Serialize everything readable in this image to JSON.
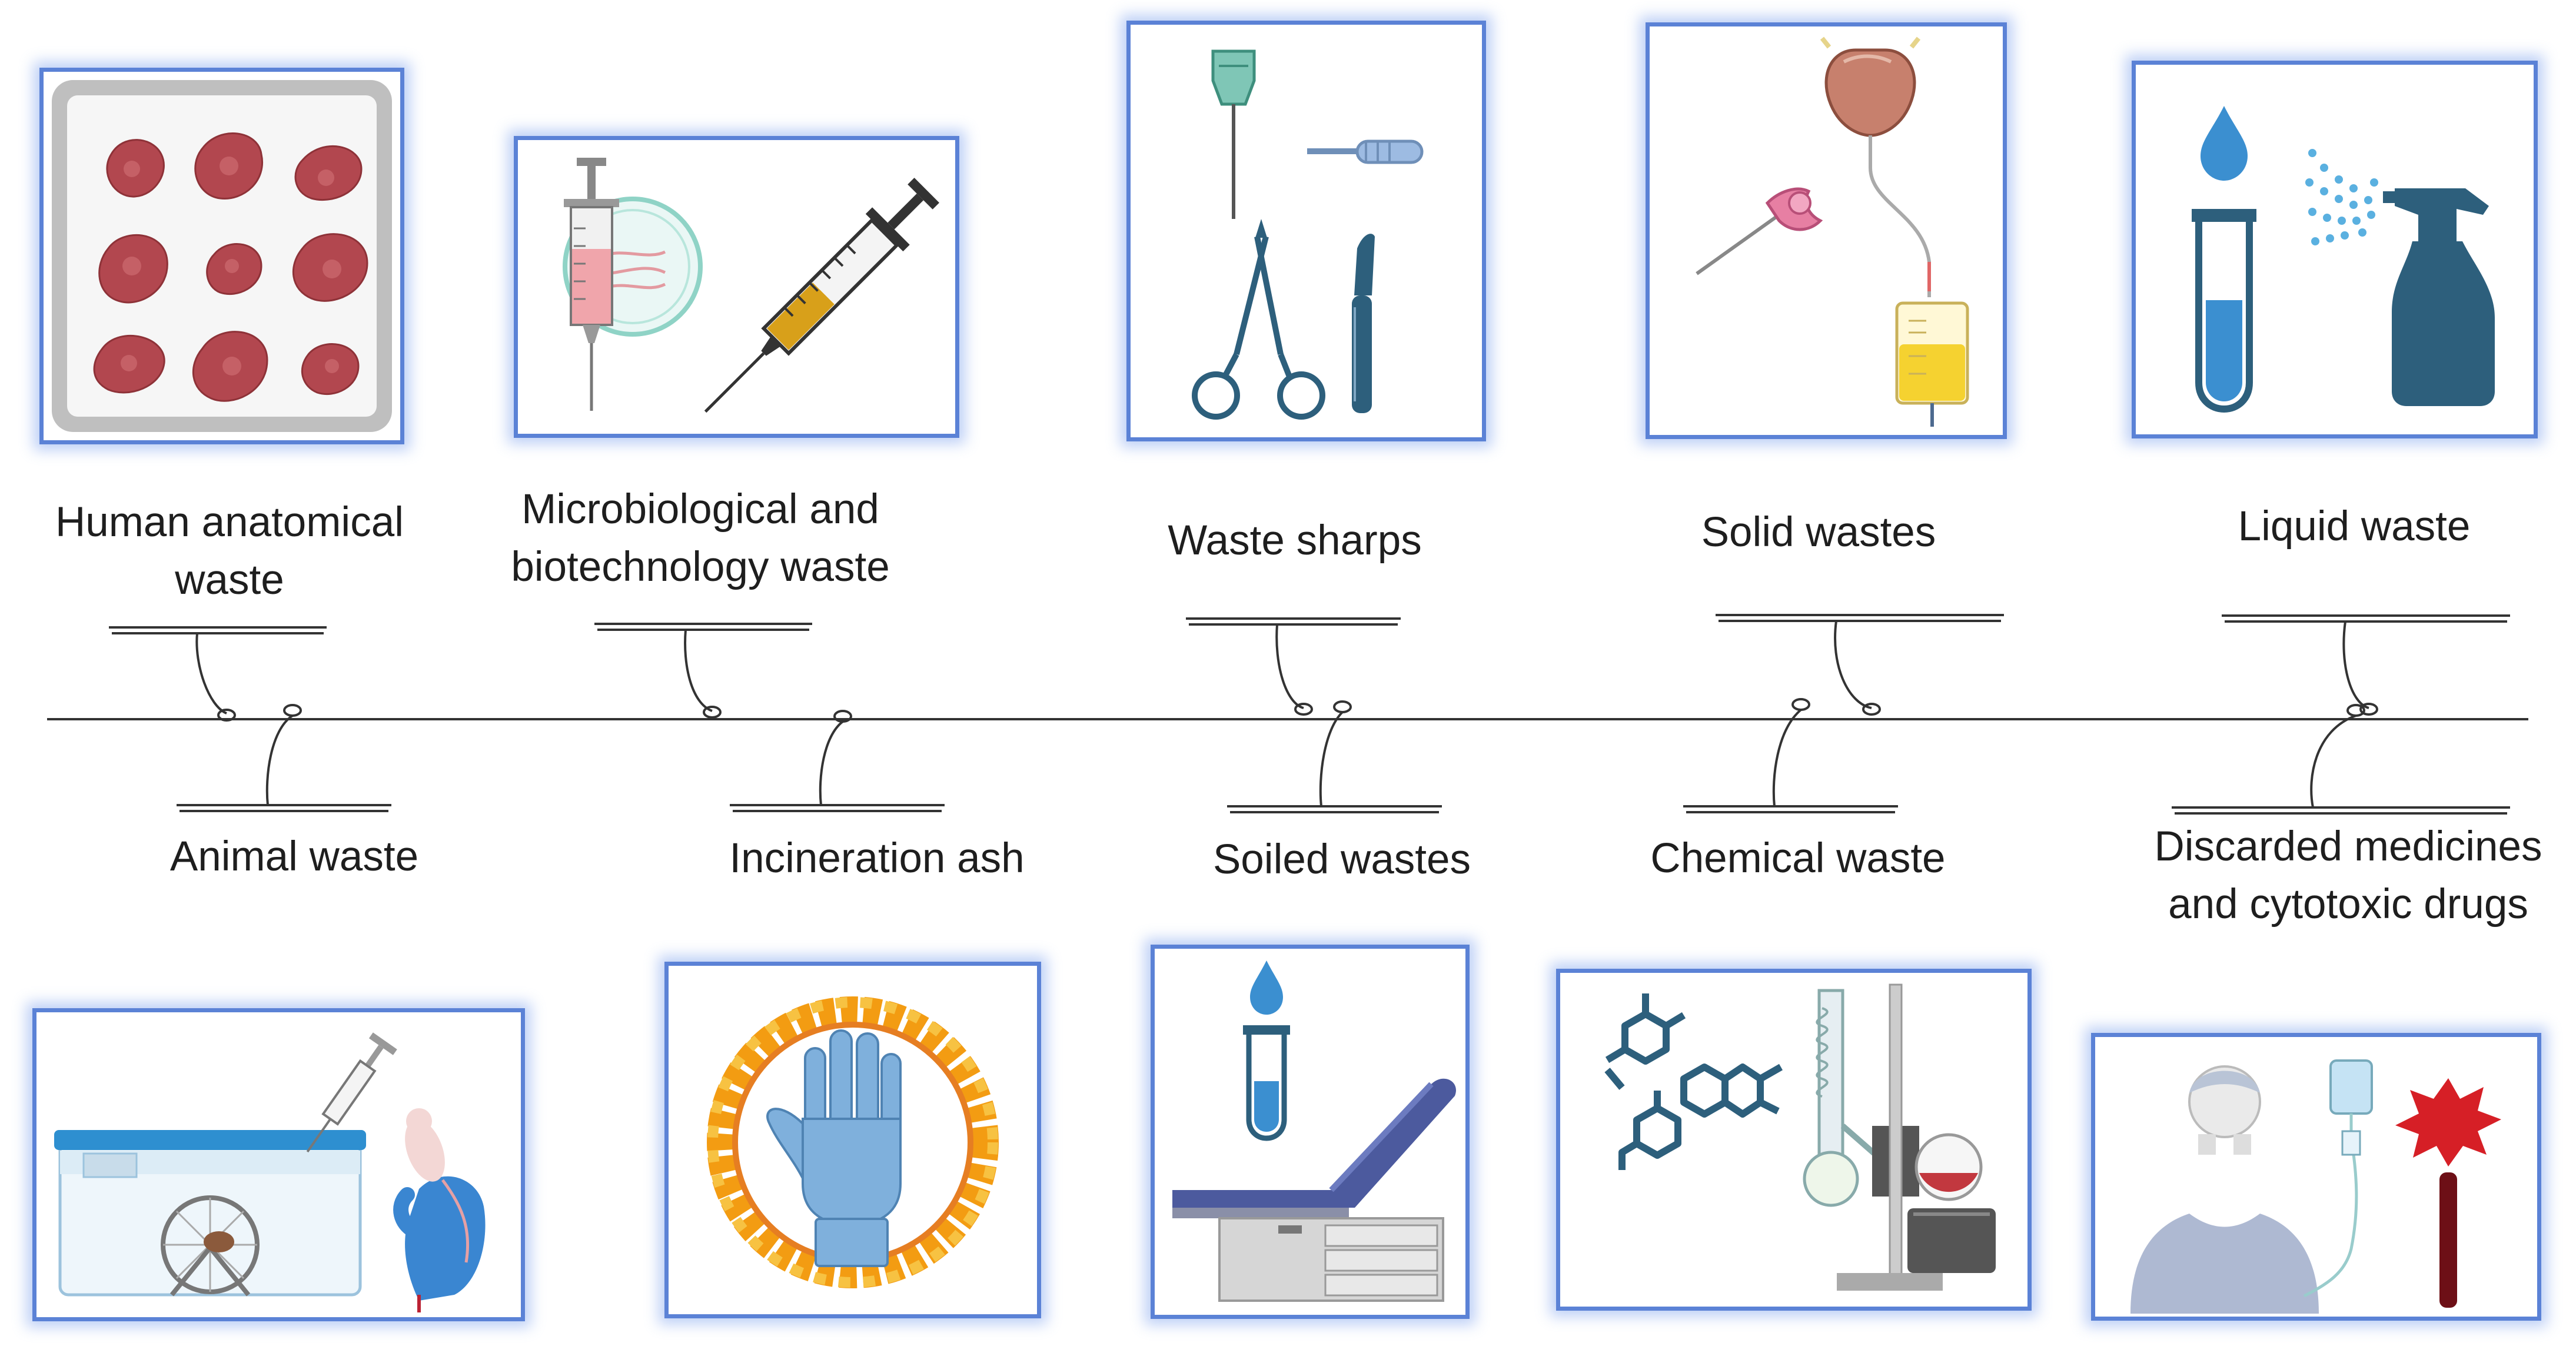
{
  "top_categories": [
    {
      "label_line1": "Human anatomical",
      "label_line2": "waste",
      "icon": "tissue-tray-icon"
    },
    {
      "label_line1": "Microbiological and",
      "label_line2": "biotechnology waste",
      "icon": "syringe-petri-dish-icon"
    },
    {
      "label_line1": "Waste sharps",
      "icon": "needles-scissors-scalpel-icon"
    },
    {
      "label_line1": "Solid wastes",
      "icon": "catheter-urine-bag-icon"
    },
    {
      "label_line1": "Liquid waste",
      "icon": "drop-tube-spray-bottle-icon"
    }
  ],
  "bottom_categories": [
    {
      "label_line1": "Animal waste",
      "icon": "mouse-cage-injection-icon"
    },
    {
      "label_line1": "Incineration ash",
      "icon": "glove-in-fire-ring-icon"
    },
    {
      "label_line1": "Soiled wastes",
      "icon": "exam-table-tube-icon"
    },
    {
      "label_line1": "Chemical waste",
      "icon": "molecules-rotary-evaporator-icon"
    },
    {
      "label_line1": "Discarded medicines",
      "label_line2": "and  cytotoxic drugs",
      "icon": "patient-iv-cytotoxic-icon"
    }
  ],
  "colors": {
    "frame": "#5b82d6",
    "glow": "#8fb0f0",
    "steel": "#2d5f7c",
    "tissue": "#b2474f",
    "fire": "#f5a422",
    "glove": "#7fb0dc"
  }
}
